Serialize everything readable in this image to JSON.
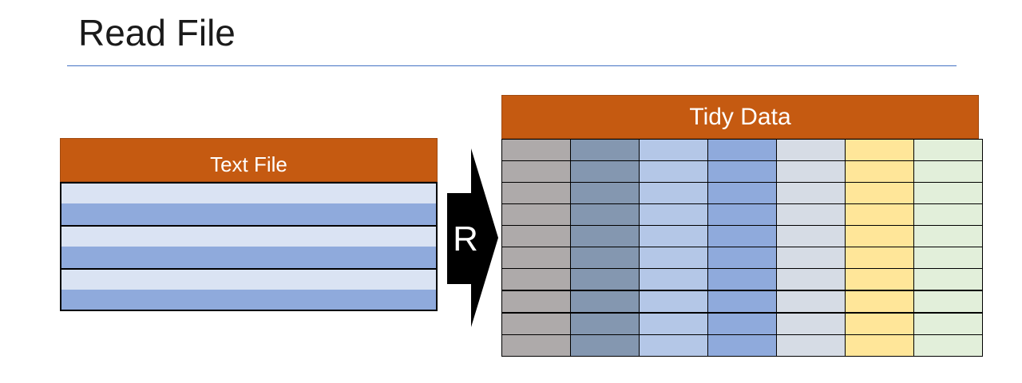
{
  "slide": {
    "title": "Read File"
  },
  "text_file": {
    "label": "Text File",
    "header_color": "#c55a11",
    "row_colors": [
      "#dae3f3",
      "#8faadc"
    ],
    "groups": 3,
    "rows_per_group": 2
  },
  "process": {
    "label": "R",
    "icon": "chevron-arrow-icon",
    "color": "#000000"
  },
  "tidy_data": {
    "label": "Tidy Data",
    "header_color": "#c55a11",
    "rows": 10,
    "column_colors": [
      "#aeaaaa",
      "#8497b0",
      "#b4c7e7",
      "#8faadc",
      "#d6dce5",
      "#ffe699",
      "#e2efda"
    ]
  }
}
